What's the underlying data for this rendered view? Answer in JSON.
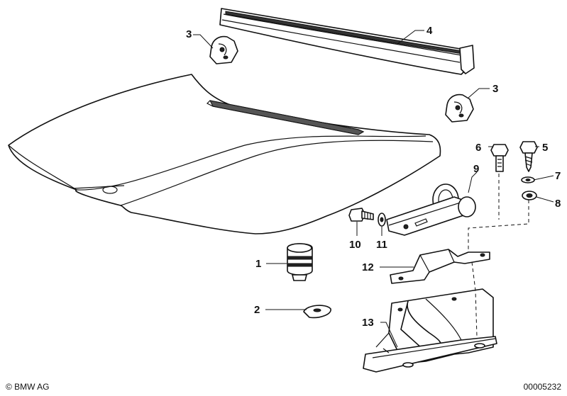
{
  "footer": {
    "copyright": "© BMW AG",
    "document_number": "00005232"
  },
  "callouts": {
    "c1": "1",
    "c2": "2",
    "c3a": "3",
    "c3b": "3",
    "c4": "4",
    "c5": "5",
    "c6": "6",
    "c7": "7",
    "c8": "8",
    "c9": "9",
    "c10": "10",
    "c11": "11",
    "c12": "12",
    "c13": "13"
  }
}
